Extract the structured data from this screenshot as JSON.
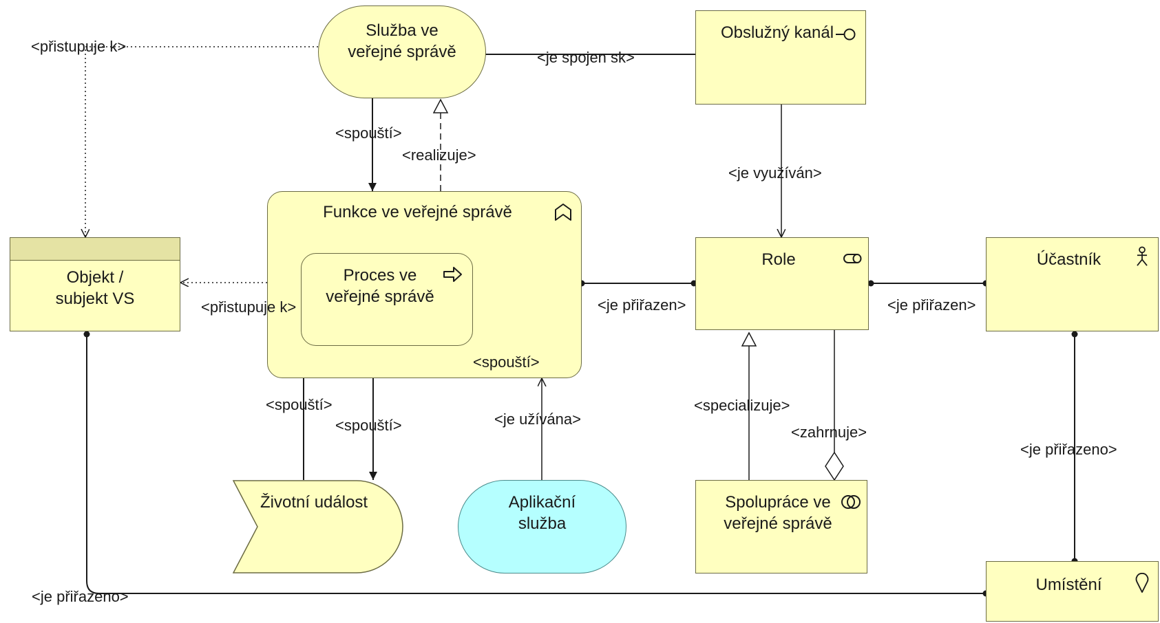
{
  "elements": {
    "sluzba": "Služba ve\nveřejné správě",
    "kanal": "Obslužný kanál",
    "funkce": "Funkce ve veřejné správě",
    "proces": "Proces ve\nveřejné správě",
    "objekt": "Objekt /\nsubjekt VS",
    "role": "Role",
    "ucastnik": "Účastník",
    "udalost": "Životní událost",
    "aplikacni": "Aplikační\nslužba",
    "spoluprace": "Spolupráce ve\nveřejné správě",
    "umisteni": "Umístění"
  },
  "relations": {
    "pristupuje_top": "<přistupuje k>",
    "je_spojen": "<je spojen sk>",
    "spousti_sluzba": "<spouští>",
    "realizuje": "<realizuje>",
    "je_vyuzivan": "<je využíván>",
    "pristupuje_mid": "<přistupuje k>",
    "je_prirazen_role": "<je přiřazen>",
    "je_prirazen_ucastnik": "<je přiřazen>",
    "spousti_self": "<spouští>",
    "spousti_udalost_up": "<spouští>",
    "spousti_udalost_down": "<spouští>",
    "je_uzivana": "<je užívána>",
    "specializuje": "<specializuje>",
    "zahrnuje": "<zahrnuje>",
    "je_prirazeno_ucastnik": "<je přiřazeno>",
    "je_prirazeno_umisteni": "<je přiřazeno>"
  },
  "colors": {
    "business": "#ffffc0",
    "application": "#b5ffff",
    "header": "#e5e3a4",
    "border": "#6b6b43",
    "line": "#1a1a1a"
  }
}
